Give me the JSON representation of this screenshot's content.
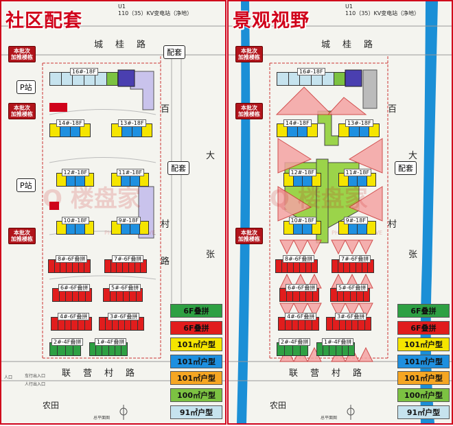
{
  "left_panel": {
    "title": "社区配套",
    "substation_top": "U1",
    "substation_label": "110（35）KV变电站（净地）",
    "road_top": "城桂路",
    "road_bottom": "联营村路",
    "road_right_1": "百",
    "road_right_2": "大",
    "road_right_3": "村",
    "road_right_4": "张",
    "road_right_5": "路",
    "farmland": "农田",
    "tags": [
      "本批次\n加推楼栋",
      "本批次\n加推楼栋",
      "本批次\n加推楼栋"
    ],
    "callouts": {
      "facility_top": "配套",
      "facility_mid": "配套",
      "p_station_1": "P站",
      "p_station_2": "P站"
    },
    "watermark": "Q 楼盘家",
    "watermark_sub": "PHOTO EXCLUSIVE",
    "entrances": [
      "人口",
      "车行出入口",
      "人行出入口"
    ],
    "plan_label": "总平面图"
  },
  "right_panel": {
    "title": "景观视野",
    "substation_top": "U1",
    "substation_label": "110（35）KV变电站（净地）",
    "road_top": "城桂路",
    "road_bottom": "联营村路",
    "road_right_1": "百",
    "road_right_2": "大",
    "road_right_3": "村",
    "road_right_4": "张",
    "farmland": "农田",
    "tags": [
      "本批次\n加推楼栋",
      "本批次\n加推楼栋",
      "本批次\n加推楼栋"
    ],
    "callouts": {
      "facility_mid": "配套"
    },
    "watermark": "Q 楼盘家",
    "watermark_sub": "PHOTO EXCLUSIVE",
    "plan_label": "总平面图"
  },
  "buildings": [
    {
      "id": "16#-18F",
      "units": [
        "91",
        "91",
        "91",
        "91",
        "91",
        "100"
      ]
    },
    {
      "id": "14#-18F",
      "units": [
        "101y",
        "101b",
        "101b",
        "101y"
      ]
    },
    {
      "id": "13#-18F",
      "units": [
        "101y",
        "101b",
        "101b",
        "101y"
      ]
    },
    {
      "id": "12#-18F",
      "units": [
        "101y",
        "101b",
        "101b",
        "101y"
      ]
    },
    {
      "id": "11#-18F",
      "units": [
        "101y",
        "101b",
        "101b",
        "101y"
      ]
    },
    {
      "id": "10#-18F",
      "units": [
        "101y",
        "101b",
        "101b",
        "101y"
      ]
    },
    {
      "id": "9#-18F",
      "units": [
        "101y",
        "101b",
        "101b",
        "101y"
      ]
    },
    {
      "id": "8#-6F叠拼",
      "units": [
        "r",
        "r",
        "r",
        "r",
        "r",
        "r",
        "r"
      ]
    },
    {
      "id": "7#-6F叠拼",
      "units": [
        "r",
        "r",
        "r",
        "r",
        "r",
        "r",
        "r"
      ]
    },
    {
      "id": "6#-6F叠拼",
      "units": [
        "r",
        "r",
        "r",
        "r",
        "r",
        "r"
      ]
    },
    {
      "id": "5#-6F叠拼",
      "units": [
        "r",
        "r",
        "r",
        "r",
        "r",
        "r"
      ]
    },
    {
      "id": "4#-6F叠拼",
      "units": [
        "r",
        "r",
        "r",
        "r",
        "r",
        "r"
      ]
    },
    {
      "id": "3#-6F叠拼",
      "units": [
        "r",
        "r",
        "r",
        "r",
        "r",
        "r",
        "r"
      ]
    },
    {
      "id": "2#-4F叠拼",
      "units": [
        "g",
        "g",
        "g",
        "g"
      ]
    },
    {
      "id": "1#-4F叠拼",
      "units": [
        "g",
        "g",
        "g",
        "g",
        "g",
        "g"
      ]
    }
  ],
  "legend": [
    {
      "label": "6F叠拼",
      "color": "#2ea043",
      "text_color": "#111"
    },
    {
      "label": "6F叠拼",
      "color": "#e11d1d",
      "text_color": "#111"
    },
    {
      "label": "101㎡户型",
      "color": "#f5e500",
      "text_color": "#111"
    },
    {
      "label": "101㎡户型",
      "color": "#1e90e0",
      "text_color": "#111"
    },
    {
      "label": "101㎡户型",
      "color": "#f5a623",
      "text_color": "#111"
    },
    {
      "label": "100㎡户型",
      "color": "#7cc242",
      "text_color": "#111"
    },
    {
      "label": "91㎡户型",
      "color": "#c6e3ee",
      "text_color": "#111"
    }
  ],
  "colors": {
    "91": "#c6e3ee",
    "100": "#7cc242",
    "101y": "#f5e500",
    "101b": "#1e90e0",
    "r": "#e11d1d",
    "g": "#2ea043",
    "accent": "#d0021b",
    "river": "#1b8fd6"
  }
}
